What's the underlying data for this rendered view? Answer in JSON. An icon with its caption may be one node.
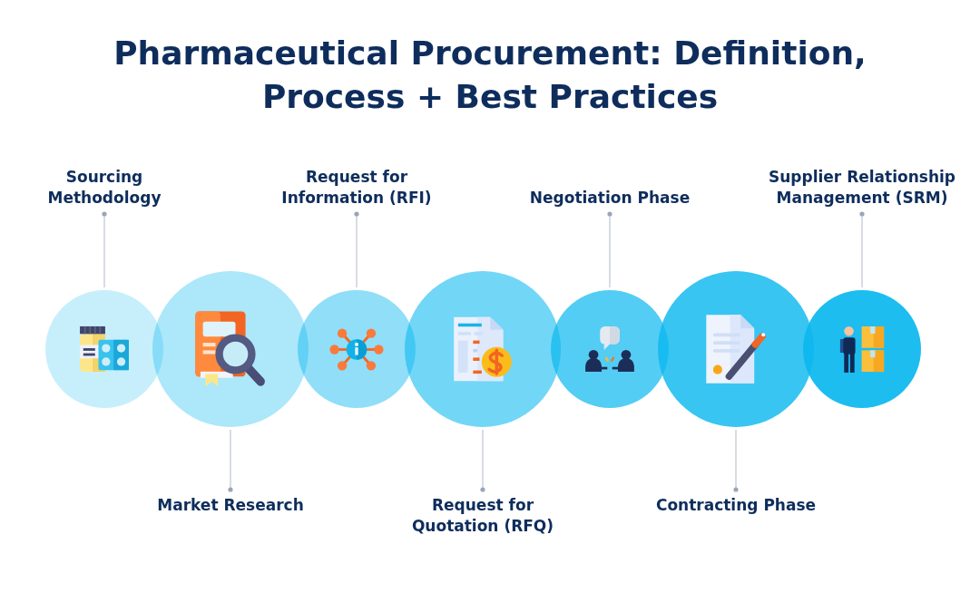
{
  "diagram": {
    "title": "Pharmaceutical Procurement: Definition, Process + Best Practices",
    "nodes": [
      {
        "text": [
          "Sourcing Methodology"
        ]
      },
      {
        "text": [],
        "shape": "circle"
      },
      {
        "text": [
          "Market Research"
        ]
      },
      {
        "text": [],
        "shape": "circle"
      },
      {
        "text": [
          "Request for Information (RFI)"
        ]
      },
      {
        "text": [],
        "shape": "circle"
      },
      {
        "text": [
          "Request for Quotation (RFQ)"
        ]
      },
      {
        "text": [],
        "shape": "circle"
      },
      {
        "text": [
          "Negotiation Phase"
        ]
      },
      {
        "text": [],
        "shape": "circle"
      },
      {
        "text": [
          "Contracting Phase"
        ]
      },
      {
        "text": [],
        "shape": "circle"
      },
      {
        "text": [
          "Supplier Relationship Management (SRM)"
        ]
      },
      {
        "text": [],
        "shape": "circle"
      }
    ],
    "edges": [
      {
        "from": 0,
        "to": 1,
        "arrow": "other"
      },
      {
        "from": 2,
        "to": 3,
        "arrow": "other"
      },
      {
        "from": 4,
        "to": 5,
        "arrow": "other"
      },
      {
        "from": 6,
        "to": 7,
        "arrow": "other"
      },
      {
        "from": 8,
        "to": 9,
        "arrow": "other"
      },
      {
        "from": 10,
        "to": 11,
        "arrow": "other"
      },
      {
        "from": 12,
        "to": 13,
        "arrow": "other"
      }
    ]
  }
}
